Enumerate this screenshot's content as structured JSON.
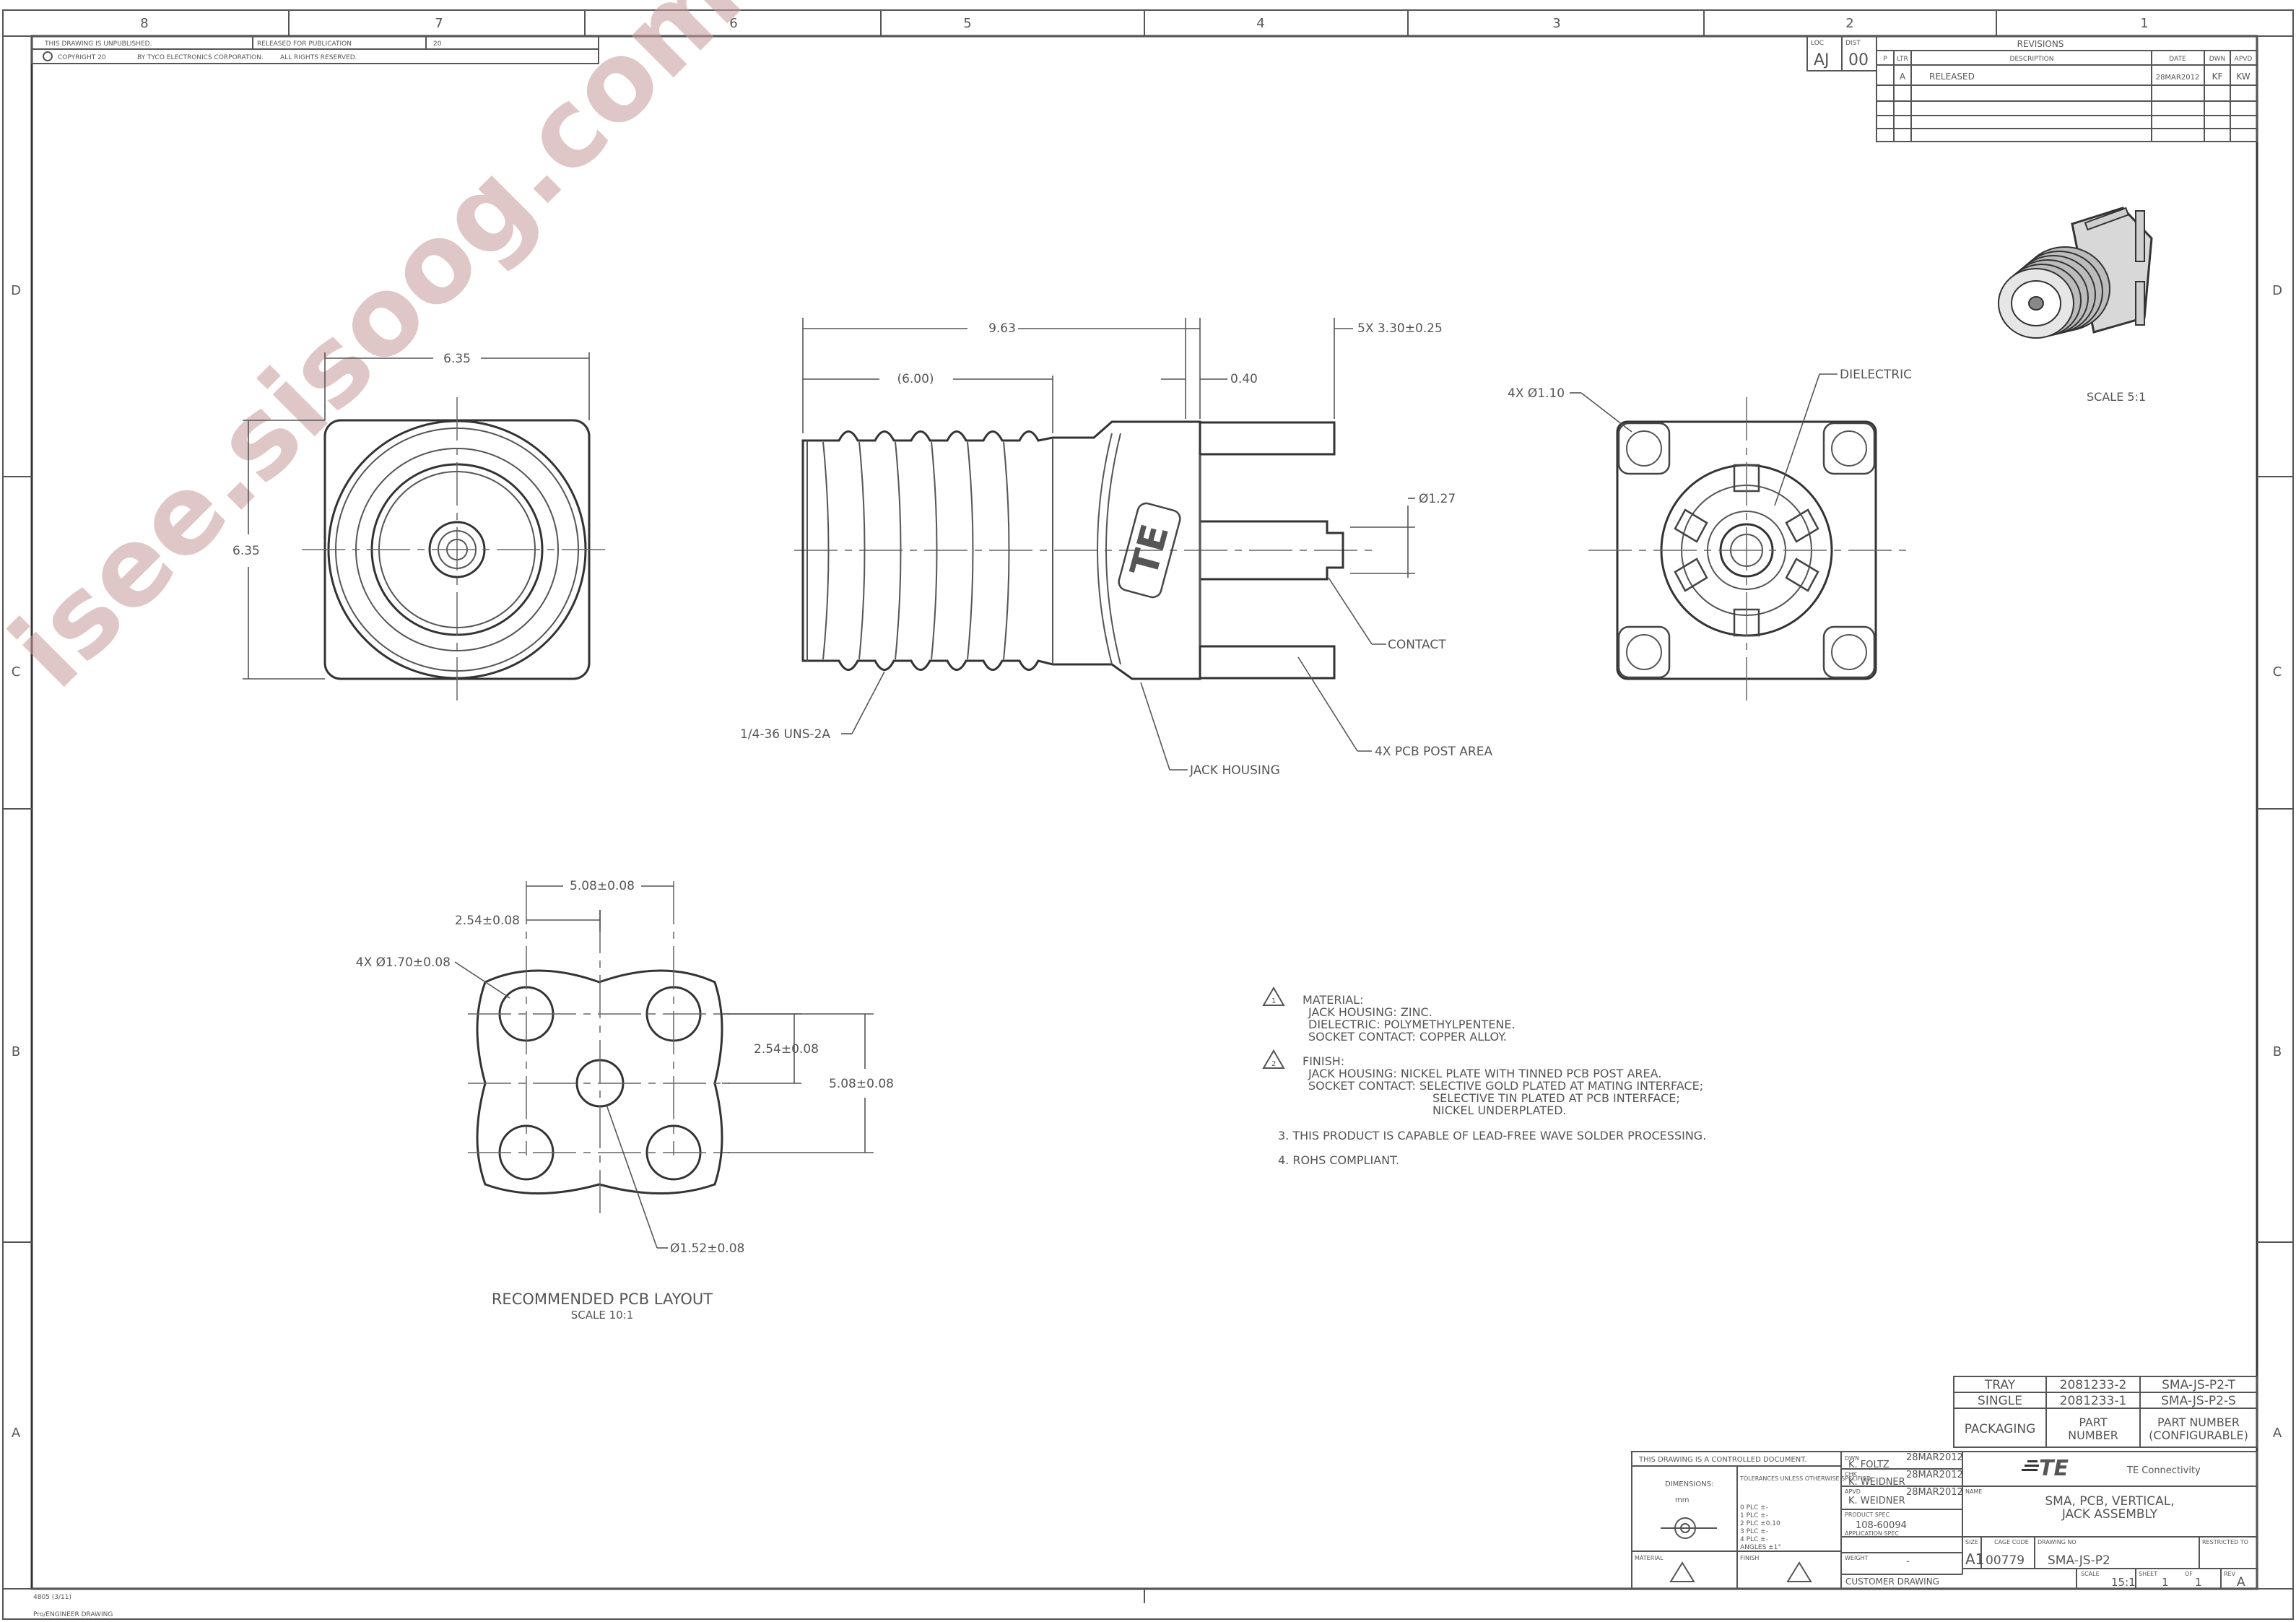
{
  "frame": {
    "zones_top": [
      "8",
      "7",
      "6",
      "5",
      "4",
      "3",
      "2",
      "1"
    ],
    "zones_side": [
      "D",
      "C",
      "B",
      "A"
    ]
  },
  "header": {
    "unpublished": "THIS DRAWING IS UNPUBLISHED.",
    "released_for_publication": "RELEASED FOR PUBLICATION",
    "year": "20",
    "copyright": "COPYRIGHT 20",
    "by": "BY TYCO ELECTRONICS CORPORATION.",
    "rights": "ALL RIGHTS RESERVED."
  },
  "loc_box": {
    "loc_label": "LOC",
    "loc": "AJ",
    "dist_label": "DIST",
    "dist": "00"
  },
  "revisions": {
    "title": "REVISIONS",
    "headers": [
      "P",
      "LTR",
      "DESCRIPTION",
      "DATE",
      "DWN",
      "APVD"
    ],
    "rows": [
      [
        "",
        "A",
        "RELEASED",
        "28MAR2012",
        "KF",
        "KW"
      ]
    ]
  },
  "watermark": "isee.sisoog.com",
  "iso_view": {
    "scale": "SCALE  5:1"
  },
  "front_view": {
    "dim_width": "6.35",
    "dim_height": "6.35"
  },
  "side_view": {
    "dim_overall": "9.63",
    "dim_post": "5X 3.30±0.25",
    "dim_thread": "(6.00)",
    "dim_flange": "0.40",
    "dim_contact_dia": "Ø1.27",
    "thread_callout": "1/4-36 UNS-2A",
    "housing_callout": "JACK HOUSING",
    "contact_callout": "CONTACT",
    "post_callout": "4X PCB POST AREA"
  },
  "bottom_view": {
    "hole_callout": "4X Ø1.10",
    "dielectric_callout": "DIELECTRIC"
  },
  "pcb_layout": {
    "dim_spacing_a": "5.08±0.08",
    "dim_spacing_b": "2.54±0.08",
    "dim_hole": "4X Ø1.70±0.08",
    "dim_spacing_c": "2.54±0.08",
    "dim_spacing_d": "5.08±0.08",
    "dim_center_hole": "Ø1.52±0.08",
    "title": "RECOMMENDED PCB LAYOUT",
    "scale": "SCALE  10:1"
  },
  "notes": [
    "MATERIAL:",
    "JACK HOUSING: ZINC.",
    "DIELECTRIC: POLYMETHYLPENTENE.",
    "SOCKET CONTACT: COPPER ALLOY.",
    "FINISH:",
    "JACK HOUSING: NICKEL PLATE WITH TINNED PCB POST AREA.",
    "SOCKET CONTACT: SELECTIVE GOLD PLATED AT MATING INTERFACE;",
    "SELECTIVE TIN PLATED AT PCB INTERFACE;",
    "NICKEL UNDERPLATED.",
    "3. THIS PRODUCT IS CAPABLE OF LEAD-FREE WAVE SOLDER PROCESSING.",
    "4. ROHS COMPLIANT."
  ],
  "note_flags": [
    "1",
    "2"
  ],
  "part_table": {
    "rows": [
      [
        "TRAY",
        "2081233-2",
        "SMA-JS-P2-T"
      ],
      [
        "SINGLE",
        "2081233-1",
        "SMA-JS-P2-S"
      ]
    ],
    "headers": [
      "PACKAGING",
      "PART\nNUMBER",
      "PART NUMBER\n(CONFIGURABLE)"
    ]
  },
  "title_block": {
    "controlled": "THIS DRAWING IS A CONTROLLED DOCUMENT.",
    "dimensions_label": "DIMENSIONS:",
    "units": "mm",
    "tolerances": "TOLERANCES UNLESS OTHERWISE SPECIFIED:",
    "tol_rows": [
      "0 PLC    ±-",
      "1 PLC    ±-",
      "2 PLC    ±0.10",
      "3 PLC    ±-",
      "4 PLC    ±-",
      "ANGLES       ±1°"
    ],
    "material_label": "MATERIAL",
    "finish_label": "FINISH",
    "dwn_label": "DWN",
    "dwn": "K. FOLTZ",
    "dwn_date": "28MAR2012",
    "chk_label": "CHK",
    "chk": "K. WEIDNER",
    "chk_date": "28MAR2012",
    "apvd_label": "APVD",
    "apvd": "K. WEIDNER",
    "apvd_date": "28MAR2012",
    "product_spec_label": "PRODUCT SPEC",
    "product_spec": "108-60094",
    "application_spec_label": "APPLICATION SPEC",
    "weight_label": "WEIGHT",
    "weight": "-",
    "customer_drawing": "CUSTOMER DRAWING",
    "company": "TE Connectivity",
    "name_label": "NAME",
    "name_line1": "SMA, PCB, VERTICAL,",
    "name_line2": "JACK ASSEMBLY",
    "size_label": "SIZE",
    "size": "A1",
    "cage_label": "CAGE CODE",
    "cage": "00779",
    "drawing_no_label": "DRAWING NO",
    "drawing_no": "SMA-JS-P2",
    "restricted_label": "RESTRICTED TO",
    "scale_label": "SCALE",
    "scale": "15:1",
    "sheet_label": "SHEET",
    "sheet": "1",
    "of_label": "OF",
    "of": "1",
    "rev_label": "REV",
    "rev": "A"
  },
  "footer": {
    "form": "4805 (3/11)",
    "path": "Pro/ENGINEER DRAWING"
  }
}
